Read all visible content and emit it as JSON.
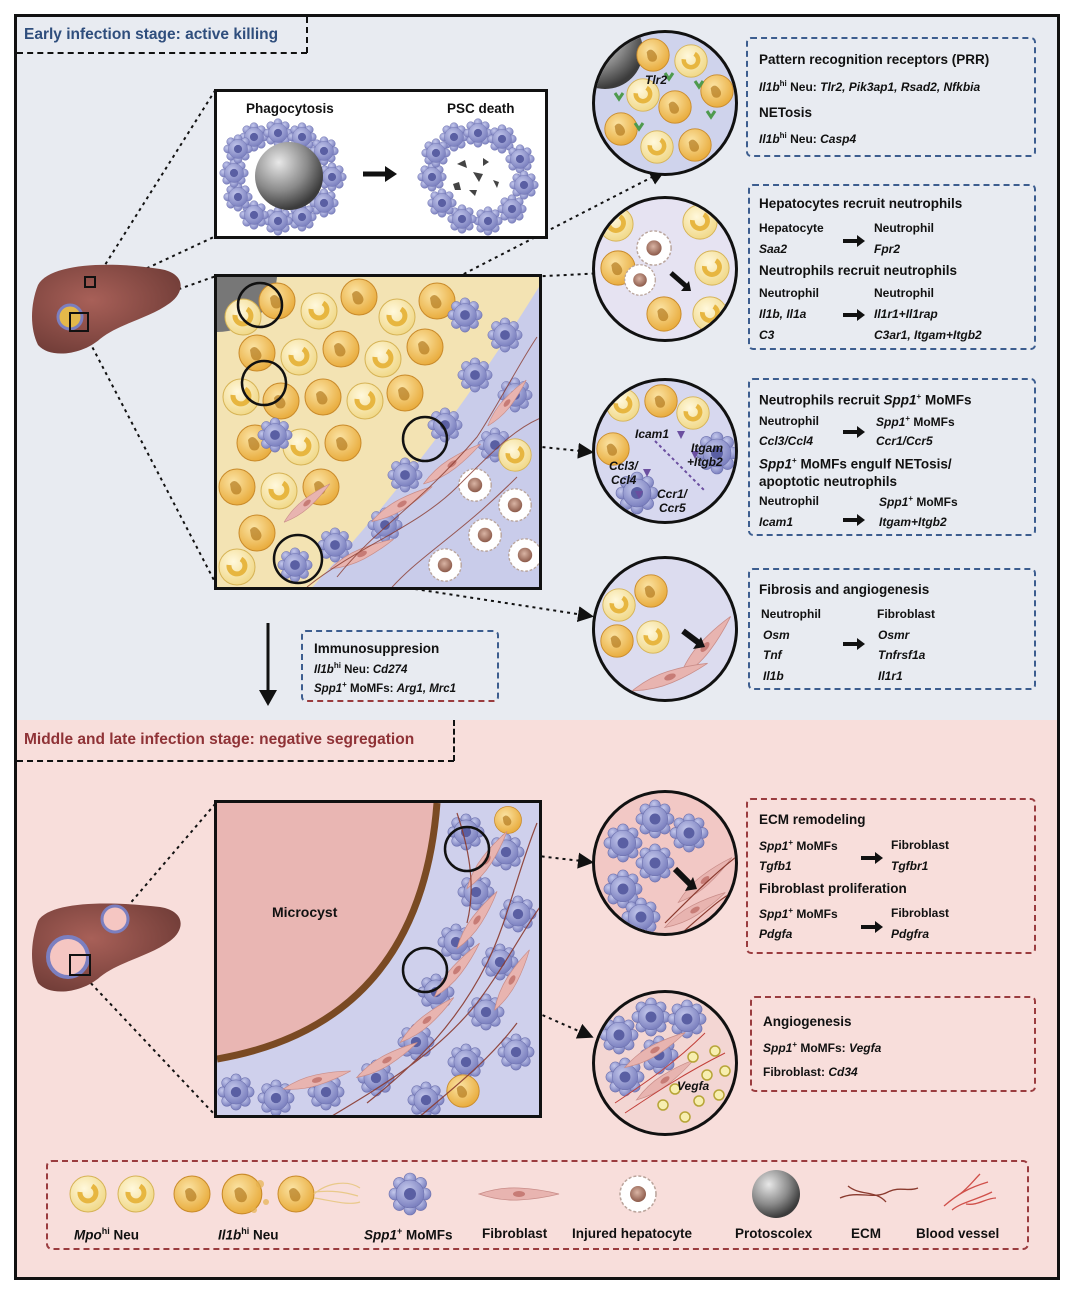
{
  "stages": {
    "early_title": "Early infection stage: active killing",
    "late_title": "Middle and late infection stage: negative segregation"
  },
  "phagocytosis": {
    "left_label": "Phagocytosis",
    "right_label": "PSC death"
  },
  "circle_labels": {
    "tlr2": "Tlr2",
    "icam1": "Icam1",
    "itgam": "Itgam",
    "itgb2": "+Itgb2",
    "ccl3": "Ccl3/",
    "ccl4": "Ccl4",
    "ccr1": "Ccr1/",
    "ccr5": "Ccr5",
    "vegfa": "Vegfa",
    "microcyst": "Microcyst"
  },
  "box_prr": {
    "title": "Pattern recognition receptors (PRR)",
    "line1_gene": "Il1b",
    "line1_sup": "hi",
    "line1_mid": " Neu: ",
    "line1_targets": "Tlr2, Pik3ap1, Rsad2, Nfkbia",
    "title2": "NETosis",
    "line2_gene": "Il1b",
    "line2_sup": "hi",
    "line2_mid": " Neu: ",
    "line2_targets": "Casp4"
  },
  "box_recruit": {
    "title1": "Hepatocytes recruit neutrophils",
    "src1": "Hepatocyte",
    "dst1": "Neutrophil",
    "src1_gene": "Saa2",
    "dst1_gene": "Fpr2",
    "title2": "Neutrophils recruit neutrophils",
    "src2": "Neutrophil",
    "dst2": "Neutrophil",
    "src2_gene_a": "Il1b, Il1a",
    "dst2_gene_a": "Il1r1+Il1rap",
    "src2_gene_b": "C3",
    "dst2_gene_b": "C3ar1, Itgam+Itgb2"
  },
  "box_spp1": {
    "title1_pre": "Neutrophils recruit ",
    "title1_gene": "Spp1",
    "title1_post": " MoMFs",
    "src1": "Neutrophil",
    "dst1_gene": "Spp1",
    "dst1_post": " MoMFs",
    "src1_gene": "Ccl3/Ccl4",
    "dst1_targets": "Ccr1/Ccr5",
    "title2_gene": "Spp1",
    "title2_post": " MoMFs engulf NETosis/",
    "title2_line2": "apoptotic neutrophils",
    "src2": "Neutrophil",
    "dst2_gene": "Spp1",
    "dst2_post": " MoMFs",
    "src2_gene": "Icam1",
    "dst2_targets": "Itgam+Itgb2"
  },
  "box_fibrosis": {
    "title": "Fibrosis and angiogenesis",
    "src": "Neutrophil",
    "dst": "Fibroblast",
    "src_genes": [
      "Osm",
      "Tnf",
      "Il1b"
    ],
    "dst_genes": [
      "Osmr",
      "Tnfrsf1a",
      "Il1r1"
    ]
  },
  "box_immuno": {
    "title": "Immunosuppresion",
    "line1_gene": "Il1b",
    "line1_sup": "hi",
    "line1_mid": " Neu: ",
    "line1_target": "Cd274",
    "line2_gene": "Spp1",
    "line2_mid": " MoMFs: ",
    "line2_target": "Arg1, Mrc1"
  },
  "box_ecm": {
    "title1": "ECM remodeling",
    "src1_gene": "Spp1",
    "src1_post": " MoMFs",
    "dst1": "Fibroblast",
    "src1_target": "Tgfb1",
    "dst1_target": "Tgfbr1",
    "title2": "Fibroblast proliferation",
    "src2_gene": "Spp1",
    "src2_post": " MoMFs",
    "dst2": "Fibroblast",
    "src2_target": "Pdgfa",
    "dst2_target": "Pdgfra"
  },
  "box_angio": {
    "title": "Angiogenesis",
    "line1_gene": "Spp1",
    "line1_mid": " MoMFs: ",
    "line1_target": "Vegfa",
    "line2_pre": "Fibroblast: ",
    "line2_target": "Cd34"
  },
  "legend": {
    "mpo_gene": "Mpo",
    "mpo_sup": "hi",
    "mpo_post": " Neu",
    "il1b_gene": "Il1b",
    "il1b_sup": "hi",
    "il1b_post": " Neu",
    "spp1_gene": "Spp1",
    "spp1_post": " MoMFs",
    "fibroblast": "Fibroblast",
    "hepatocyte": "Injured hepatocyte",
    "protoscolex": "Protoscolex",
    "ecm": "ECM",
    "vessel": "Blood vessel"
  },
  "sup_plus": "+",
  "colors": {
    "stage1_bg": "#e8ebf1",
    "stage2_bg": "#f8dedb",
    "blue_border": "#3c5d8f",
    "red_border": "#9a3c3f",
    "neutrophil_yellow": "#f3c25a",
    "momf_purple": "#8d92c9",
    "liver_brown": "#8a4d47"
  }
}
